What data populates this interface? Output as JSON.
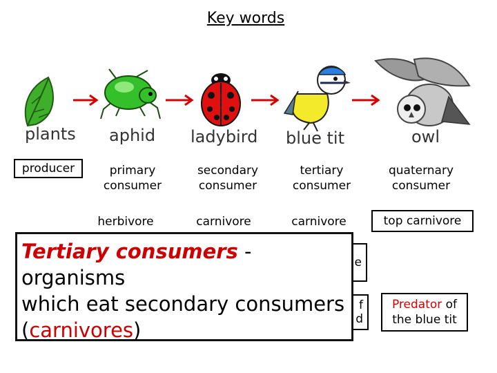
{
  "title": "Key words",
  "chain": [
    {
      "name": "plants",
      "icon": "leaf-icon"
    },
    {
      "name": "aphid",
      "icon": "aphid-icon"
    },
    {
      "name": "ladybird",
      "icon": "ladybird-icon"
    },
    {
      "name": "blue tit",
      "icon": "blue-tit-icon"
    },
    {
      "name": "owl",
      "icon": "owl-icon"
    }
  ],
  "roles": {
    "producer": "producer",
    "primary": "primary consumer",
    "secondary": "secondary consumer",
    "tertiary": "tertiary consumer",
    "quaternary": "quaternary consumer"
  },
  "diets": {
    "aphid": "herbivore",
    "ladybird": "carnivore",
    "bluetit": "carnivore",
    "owl": "top carnivore"
  },
  "partial": {
    "col4_row3": "e",
    "col4_row4_a": "f",
    "col4_row4_b": "d"
  },
  "predator_note": {
    "word": "Predator",
    "rest": "of",
    "line2": "the blue tit"
  },
  "definition": {
    "term": "Tertiary consumers",
    "dash": " - organisms",
    "line2": "which eat secondary consumers",
    "open": "(",
    "word": "carnivores",
    "close": ")"
  },
  "colors": {
    "accent": "#cc0000",
    "arrow": "#d40000"
  }
}
